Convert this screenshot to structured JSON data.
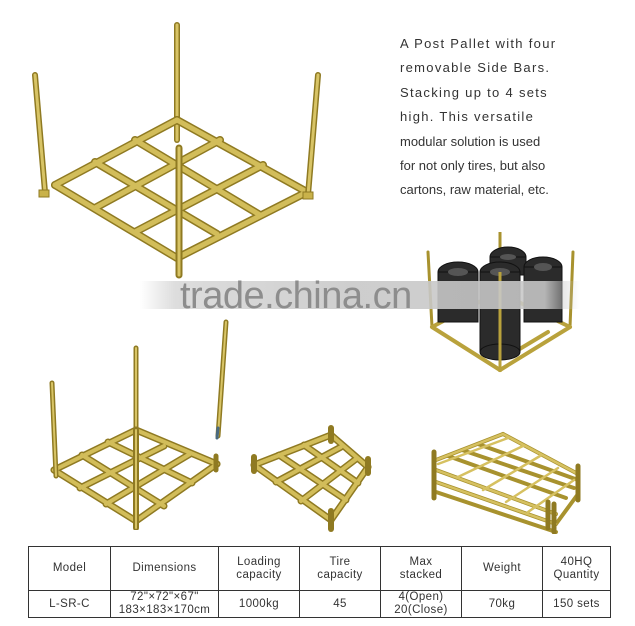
{
  "description": {
    "lines": [
      "A Post Pallet with four",
      "removable Side Bars.",
      "Stacking up to 4 sets",
      "high. This versatile",
      "modular solution is used",
      "for not only tires, but also",
      "cartons, raw material, etc."
    ]
  },
  "watermark": {
    "text": "trade.china.cn"
  },
  "figures": [
    {
      "name": "post-pallet-assembled-large",
      "caption": ""
    },
    {
      "name": "post-pallet-with-tires",
      "caption": ""
    },
    {
      "name": "post-pallet-one-post-removed",
      "caption": ""
    },
    {
      "name": "post-pallet-base-only",
      "caption": ""
    },
    {
      "name": "post-pallets-stacked",
      "caption": ""
    }
  ],
  "colors": {
    "frame": "#c9b24a",
    "frame_dark": "#8f7a22",
    "frame_light": "#e3d27c",
    "tire": "#2a2a2a",
    "border": "#333333"
  },
  "spec_table": {
    "headers": [
      [
        "Model"
      ],
      [
        "Dimensions"
      ],
      [
        "Loading",
        "capacity"
      ],
      [
        "Tire",
        "capacity"
      ],
      [
        "Max",
        "stacked"
      ],
      [
        "Weight"
      ],
      [
        "40HQ",
        "Quantity"
      ]
    ],
    "rows": [
      [
        [
          "L-SR-C"
        ],
        [
          "72\"×72\"×67\"",
          "183×183×170cm"
        ],
        [
          "1000kg"
        ],
        [
          "45"
        ],
        [
          "4(Open)",
          "20(Close)"
        ],
        [
          "70kg"
        ],
        [
          "150 sets"
        ]
      ]
    ]
  }
}
